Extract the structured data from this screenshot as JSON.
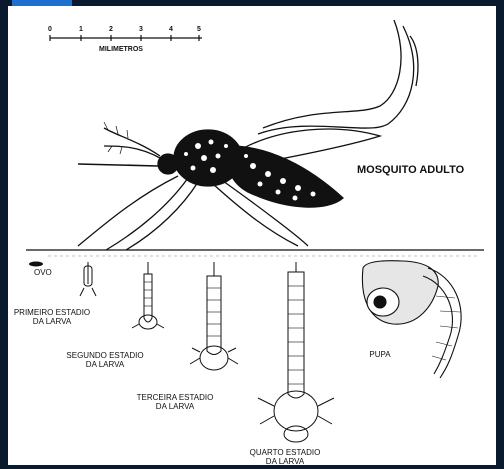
{
  "scale": {
    "ticks": [
      "0",
      "1",
      "2",
      "3",
      "4",
      "5"
    ],
    "unit_label": "MILIMETROS"
  },
  "labels": {
    "adult": "MOSQUITO ADULTO",
    "egg": "OVO",
    "larva1_line1": "PRIMEIRO ESTADIO",
    "larva1_line2": "DA LARVA",
    "larva2_line1": "SEGUNDO ESTADIO",
    "larva2_line2": "DA LARVA",
    "larva3_line1": "TERCEIRA ESTADIO",
    "larva3_line2": "DA LARVA",
    "larva4_line1": "QUARTO ESTADIO",
    "larva4_line2": "DA LARVA",
    "pupa": "PUPA"
  },
  "colors": {
    "frame": "#0a1a2e",
    "accent": "#1e6fd0",
    "ink": "#111111",
    "paper": "#ffffff"
  }
}
